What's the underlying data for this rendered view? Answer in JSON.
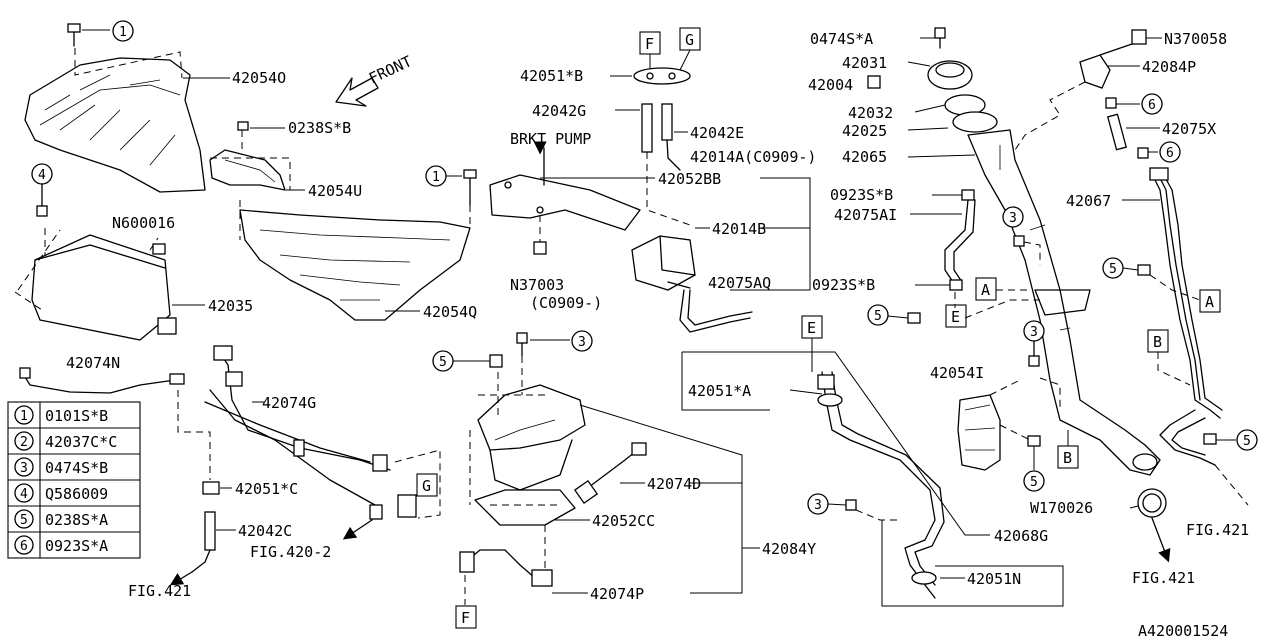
{
  "diagram_id": "A420001524",
  "front_label": "FRONT",
  "brkt_pump_label": "BRKT PUMP",
  "parts": {
    "p42054O": "42054O",
    "p0238SB": "0238S*B",
    "p42054U": "42054U",
    "p42054Q": "42054Q",
    "pN600016": "N600016",
    "p42035": "42035",
    "p42074N": "42074N",
    "p42074G": "42074G",
    "p42051C": "42051*C",
    "p42042C": "42042C",
    "p42051B": "42051*B",
    "p42042G": "42042G",
    "p42042E": "42042E",
    "p42014A": "42014A(C0909-)",
    "p42052BB": "42052BB",
    "p42014B": "42014B",
    "pN37003": "N37003",
    "pC0909": "(C0909-)",
    "p42075AQ": "42075AQ",
    "p42074D": "42074D",
    "p42052CC": "42052CC",
    "p42084Y": "42084Y",
    "p42074P": "42074P",
    "p0474SA": "0474S*A",
    "p42031": "42031",
    "p42004": "42004",
    "p42032": "42032",
    "p42025": "42025",
    "p42065": "42065",
    "p0923SB1": "0923S*B",
    "p42075AI": "42075AI",
    "p0923SB2": "0923S*B",
    "pN370058": "N370058",
    "p42084P": "42084P",
    "p42075X": "42075X",
    "p42067": "42067",
    "p42054I": "42054I",
    "p42051A": "42051*A",
    "p42068G": "42068G",
    "p42051N": "42051N",
    "pW170026": "W170026"
  },
  "fig_refs": {
    "fig421_left": "FIG.421",
    "fig420_2": "FIG.420-2",
    "fig421_mid": "FIG.421",
    "fig421_right": "FIG.421"
  },
  "letter_markers": {
    "F_top": "F",
    "G_top": "G",
    "G_mid": "G",
    "F_bottom": "F",
    "E_small": "E",
    "E_box": "E",
    "A_left": "A",
    "A_right": "A",
    "B_top": "B",
    "B_bottom": "B"
  },
  "circled_refs": {
    "c1_top": "1",
    "c1_mid": "1",
    "c4": "4",
    "c3_mid": "3",
    "c5_mid": "5",
    "c3_right": "3",
    "c5_pipe": "5",
    "c3_lower": "3",
    "c5_lower": "5",
    "c5_right": "5",
    "c6_a": "6",
    "c6_b": "6",
    "c3_bottom": "3"
  },
  "legend": [
    {
      "num": "1",
      "part": "0101S*B"
    },
    {
      "num": "2",
      "part": "42037C*C"
    },
    {
      "num": "3",
      "part": "0474S*B"
    },
    {
      "num": "4",
      "part": "Q586009"
    },
    {
      "num": "5",
      "part": "0238S*A"
    },
    {
      "num": "6",
      "part": "0923S*A"
    }
  ]
}
